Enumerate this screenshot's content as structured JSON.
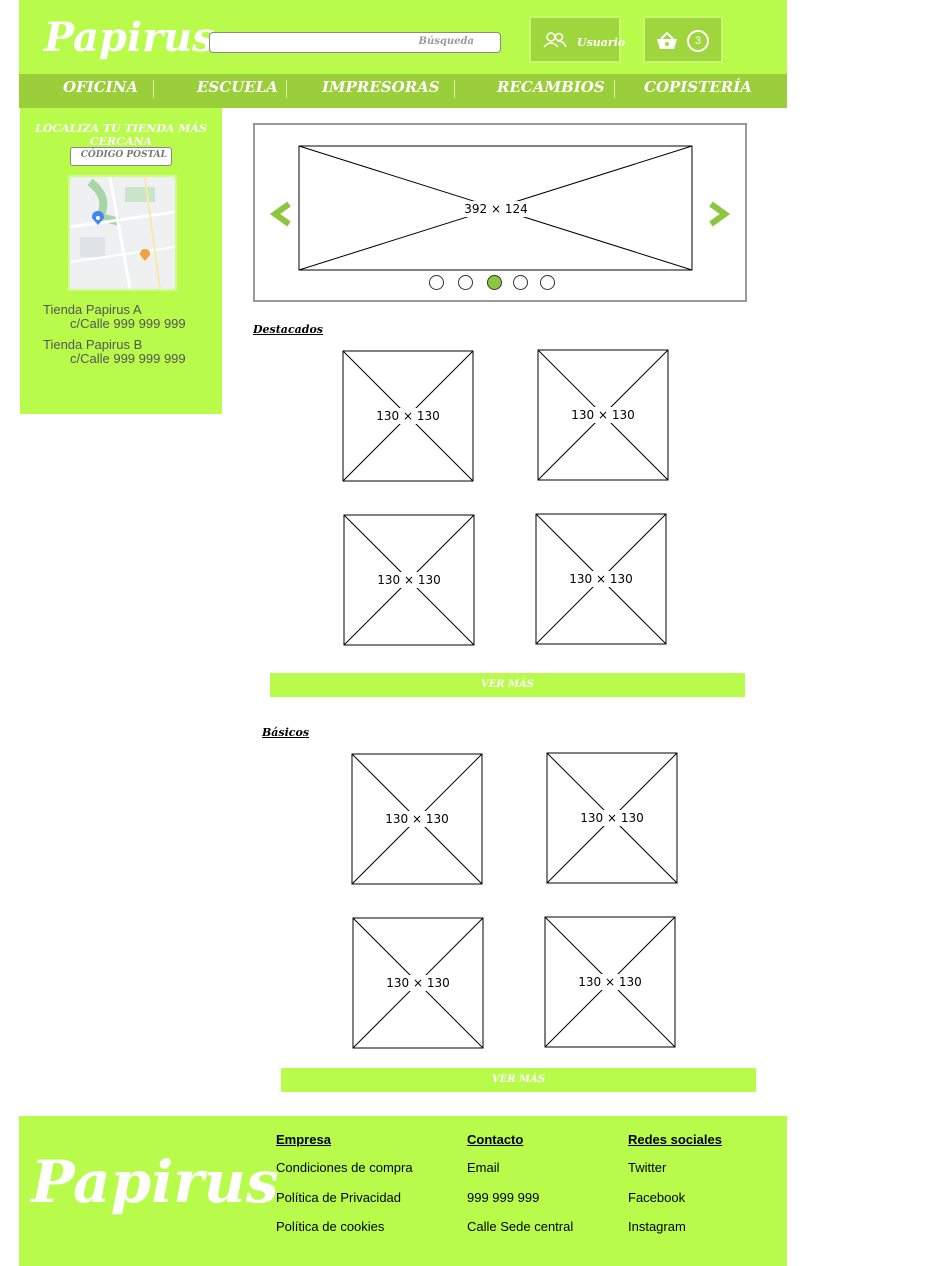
{
  "header": {
    "logo": "Papirus",
    "search_placeholder": "Búsqueda",
    "user_label": "Usuario",
    "cart_count": "3"
  },
  "nav": {
    "items": [
      "OFICINA",
      "ESCUELA",
      "IMPRESORAS",
      "RECAMBIOS",
      "COPISTERÍA"
    ]
  },
  "sidebar": {
    "title": "LOCALIZA TU TIENDA MÁS CERCANA",
    "postal_placeholder": "CÓDIGO POSTAL",
    "stores": [
      {
        "name": "Tienda Papirus A",
        "address": "c/Calle 999 999 999"
      },
      {
        "name": "Tienda Papirus B",
        "address": "c/Calle 999 999 999"
      }
    ]
  },
  "carousel": {
    "placeholder": "392 × 124",
    "dots": 5,
    "active_dot": 3
  },
  "sections": [
    {
      "title": "Destacados",
      "items": [
        "130 × 130",
        "130 × 130",
        "130 × 130",
        "130 × 130"
      ],
      "button": "VER MÁS"
    },
    {
      "title": "Básicos",
      "items": [
        "130 × 130",
        "130 × 130",
        "130 × 130",
        "130 × 130"
      ],
      "button": "VER MÁS"
    }
  ],
  "footer": {
    "logo": "Papirus",
    "columns": [
      {
        "heading": "Empresa",
        "links": [
          "Condiciones de compra",
          "Política de Privacidad",
          "Política de cookies"
        ]
      },
      {
        "heading": "Contacto",
        "links": [
          "Email",
          "999 999 999",
          "Calle Sede central"
        ]
      },
      {
        "heading": "Redes sociales",
        "links": [
          "Twitter",
          "Facebook",
          "Instagram"
        ]
      }
    ]
  },
  "colors": {
    "accent": "#b9fb4b",
    "nav": "#9bce3b",
    "active_dot": "#8cc63f"
  }
}
